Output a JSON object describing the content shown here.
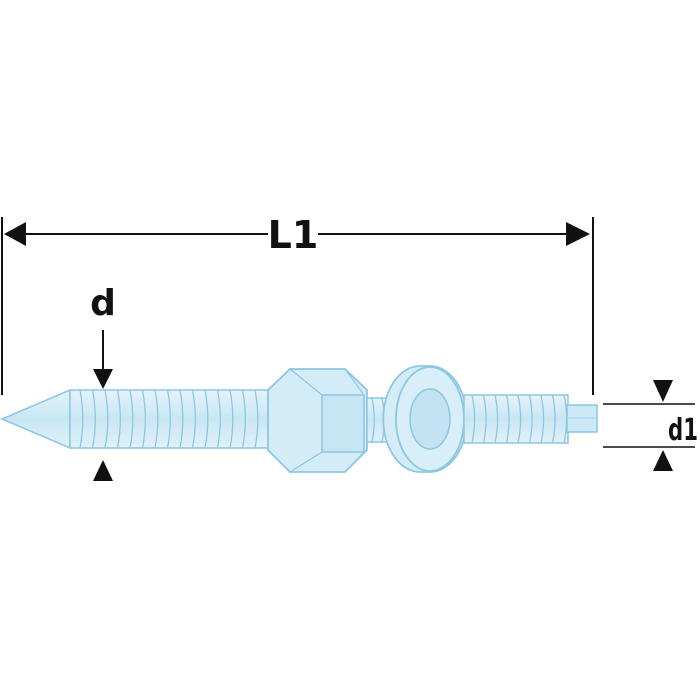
{
  "labels": {
    "length": "L1",
    "thread_diameter": "d",
    "tip_diameter": "d1"
  },
  "colors": {
    "ink": "#111111",
    "metal_fill": "#cfe9f5",
    "metal_stroke": "#8cc7e2",
    "metal_shade": "#b5dcee"
  }
}
